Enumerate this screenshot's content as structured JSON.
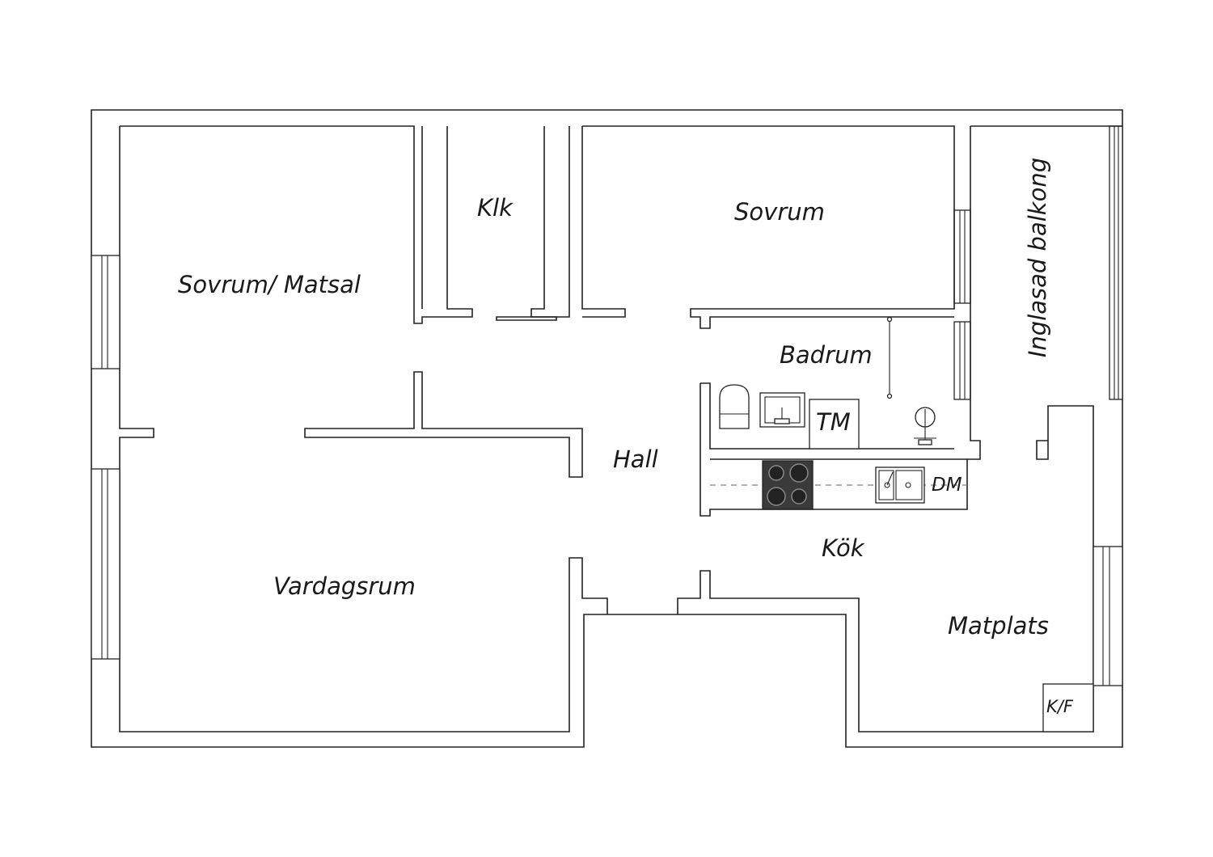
{
  "rooms": {
    "sovrum_matsal": "Sovrum/ Matsal",
    "klk": "Klk",
    "sovrum": "Sovrum",
    "inglasad_balkong": "Inglasad balkong",
    "badrum": "Badrum",
    "hall": "Hall",
    "kok": "Kök",
    "vardagsrum": "Vardagsrum",
    "matplats": "Matplats"
  },
  "fixtures": {
    "tm": "TM",
    "dm": "DM",
    "kf": "K/F"
  }
}
